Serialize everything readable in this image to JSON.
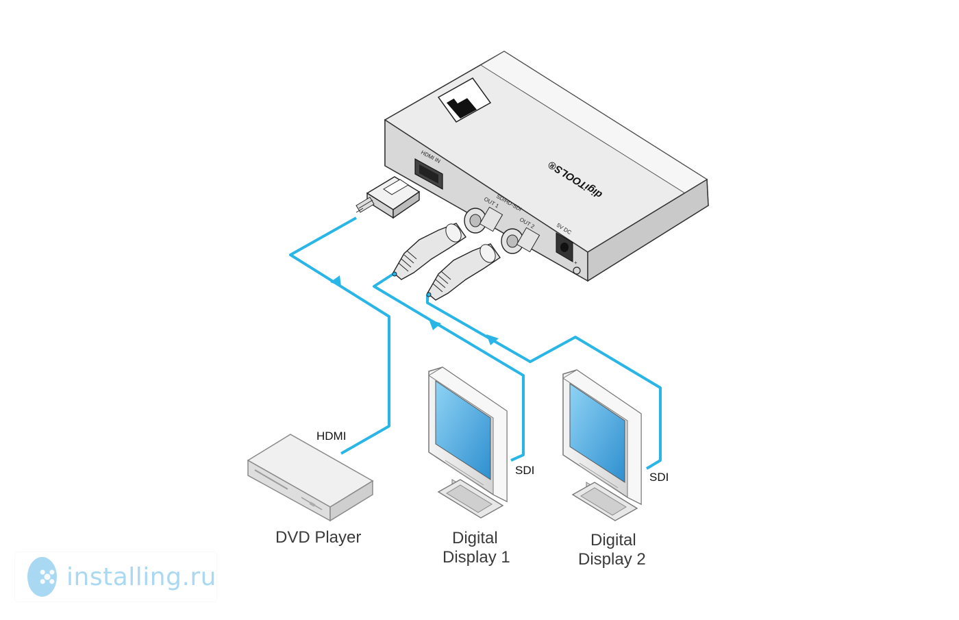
{
  "device": {
    "hdmi_in_label": "HDMI IN",
    "sdi_group_label": "SD/HD-SDI",
    "out1_label": "OUT 1",
    "out2_label": "OUT 2",
    "power_label": "5V DC",
    "brand_label": "digiTOOLS®",
    "logo": "kramer-k-logo"
  },
  "devices": {
    "dvd_player": "DVD Player",
    "display1_line1": "Digital",
    "display1_line2": "Display 1",
    "display2_line1": "Digital",
    "display2_line2": "Display 2"
  },
  "cables": {
    "hdmi": "HDMI",
    "sdi1": "SDI",
    "sdi2": "SDI"
  },
  "colors": {
    "cable": "#29b6e6",
    "device_top": "#ececec",
    "device_front": "#d6d6d6",
    "screen": "#5bb8e8"
  },
  "watermark": {
    "text": "installing.ru"
  }
}
